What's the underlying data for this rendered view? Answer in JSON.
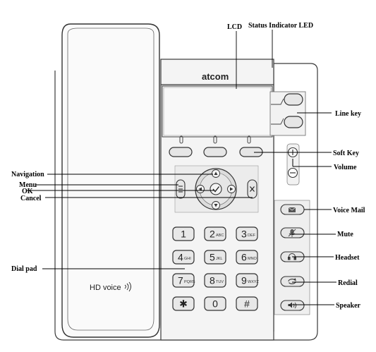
{
  "phone": {
    "brand": "atcom",
    "hd_voice": "HD voice"
  },
  "labels": {
    "lcd": "LCD",
    "status_led": "Status Indicator LED",
    "line_key": "Line key",
    "soft_key": "Soft Key",
    "volume": "Volume",
    "navigation": "Navigation",
    "menu": "Menu",
    "ok": "OK",
    "cancel": "Cancel",
    "voice_mail": "Voice Mail",
    "mute": "Mute",
    "headset": "Headset",
    "redial": "Redial",
    "speaker": "Speaker",
    "dial_pad": "Dial pad"
  },
  "dialpad": [
    {
      "digit": "1",
      "letters": ""
    },
    {
      "digit": "2",
      "letters": "ABC"
    },
    {
      "digit": "3",
      "letters": "DEF"
    },
    {
      "digit": "4",
      "letters": "GHI"
    },
    {
      "digit": "5",
      "letters": "JKL"
    },
    {
      "digit": "6",
      "letters": "MNO"
    },
    {
      "digit": "7",
      "letters": "PQRS"
    },
    {
      "digit": "8",
      "letters": "TUV"
    },
    {
      "digit": "9",
      "letters": "WXYZ"
    },
    {
      "digit": "✱",
      "letters": ""
    },
    {
      "digit": "0",
      "letters": ""
    },
    {
      "digit": "#",
      "letters": ""
    }
  ],
  "icons": {
    "voice_mail": "envelope-icon",
    "mute": "mic-off-icon",
    "headset": "headset-icon",
    "redial": "redial-icon",
    "speaker": "speaker-icon",
    "menu": "menu-icon",
    "ok": "check-icon",
    "cancel": "x-icon"
  }
}
